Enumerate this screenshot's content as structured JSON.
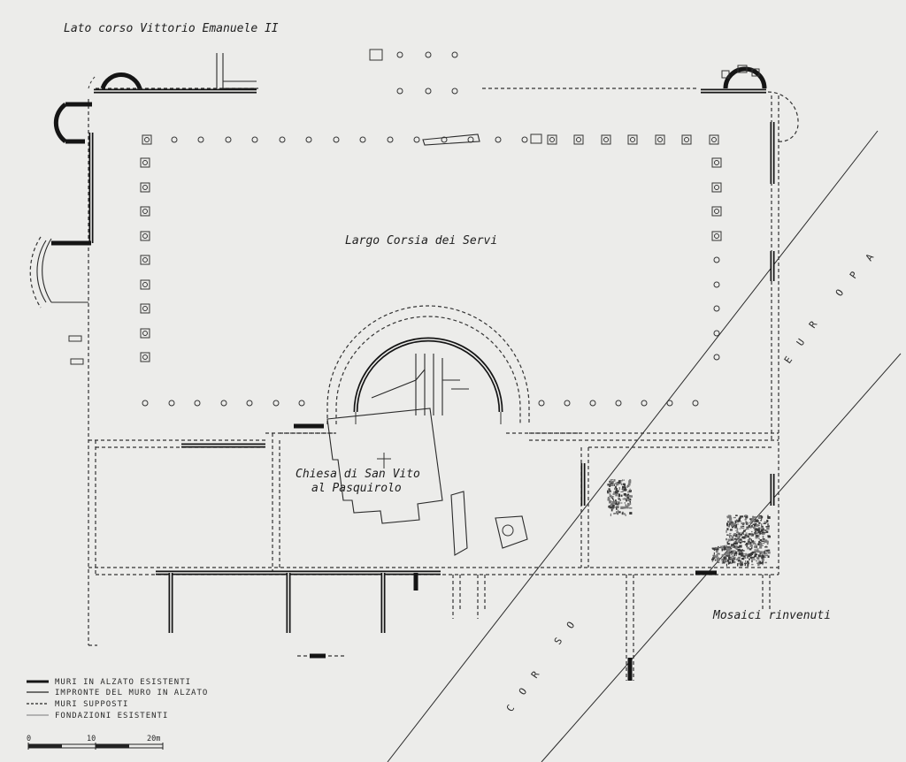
{
  "labels": {
    "top_left": "Lato corso Vittorio Emanuele II",
    "square": "Largo Corsia dei Servi",
    "church_line1": "Chiesa di San Vito",
    "church_line2": "al Pasquirolo",
    "mosaics": "Mosaici rinvenuti",
    "road_corso": [
      "C",
      "O",
      "R",
      "S",
      "O"
    ],
    "road_europa": [
      "E",
      "U",
      "R",
      "O",
      "P",
      "A"
    ]
  },
  "legend": {
    "items": [
      {
        "text": "MURI IN ALZATO ESISTENTI",
        "style": "thick-solid"
      },
      {
        "text": "IMPRONTE DEL MURO IN ALZATO",
        "style": "thin-solid"
      },
      {
        "text": "MURI SUPPOSTI",
        "style": "dashed"
      },
      {
        "text": "FONDAZIONI ESISTENTI",
        "style": "thin-line"
      }
    ]
  },
  "scale": {
    "ticks": [
      "0",
      "10",
      "20m"
    ]
  }
}
